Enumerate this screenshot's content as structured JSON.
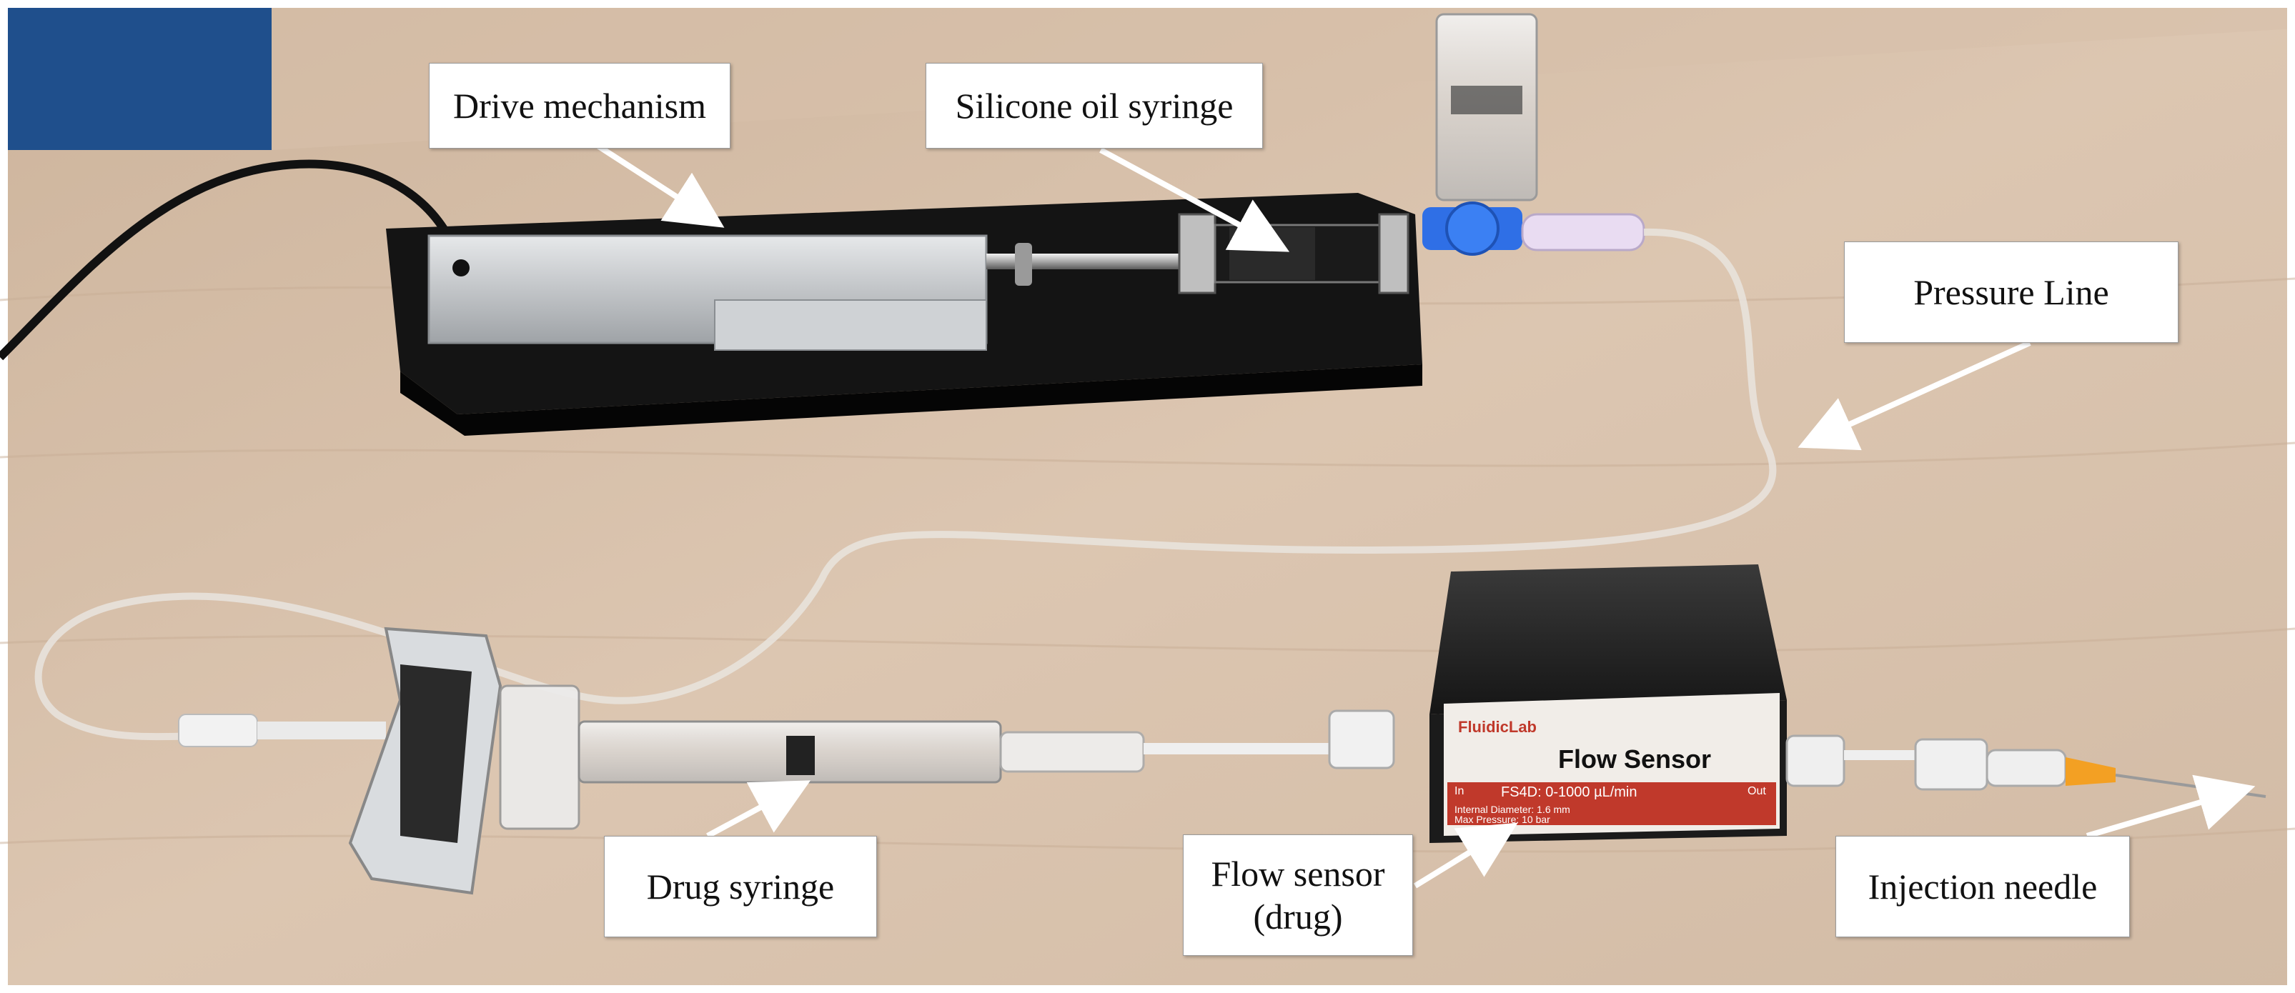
{
  "labels": {
    "drive_mechanism": "Drive mechanism",
    "silicone_oil_syringe": "Silicone oil syringe",
    "pressure_line": "Pressure Line",
    "drug_syringe": "Drug syringe",
    "flow_sensor_line1": "Flow sensor",
    "flow_sensor_line2": "(drug)",
    "injection_needle": "Injection needle"
  },
  "device_text": {
    "brand": "FluidicLab",
    "title": "Flow Sensor",
    "spec": "FS4D: 0-1000 µL/min",
    "ports_in": "In",
    "ports_out": "Out",
    "details1": "Internal Diameter: 1.6 mm",
    "details2": "Max Pressure: 10 bar"
  },
  "colors": {
    "desk": "#d9c3ad",
    "background_blue": "#1f4f8c",
    "drive_body": "#c4c7ca",
    "drive_base": "#141414",
    "sensor_body": "#1b1b1b",
    "sensor_label": "#f1ede8",
    "stopcock": "#2f6fe6",
    "needle_hub": "#f3a023"
  }
}
